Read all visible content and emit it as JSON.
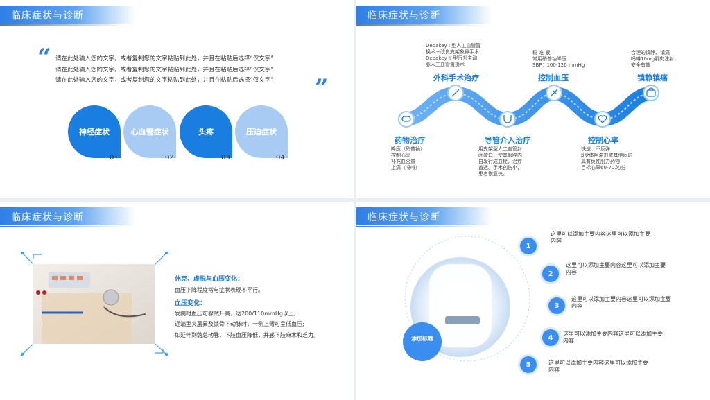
{
  "slide1": {
    "title": "临床症状与诊断",
    "quote_lines": [
      "请在此处输入您的文字，或者复制您的文字粘贴到此处，并且在粘贴后选择“仅文字”",
      "请在此处输入您的文字，或者复制您的文字粘贴到此处，并且在粘贴后选择“仅文字”",
      "请在此处输入您的文字，或者复制您的文字粘贴到此处，并且在粘贴后选择“仅文字”"
    ],
    "circles": [
      {
        "label": "神经症状",
        "num": "01"
      },
      {
        "label": "心血管症状",
        "num": "02"
      },
      {
        "label": "头疼",
        "num": "03"
      },
      {
        "label": "压迫症状",
        "num": "04"
      }
    ]
  },
  "slide2": {
    "title": "临床症状与诊断",
    "top_items": [
      {
        "label": "外科手术治疗",
        "bullets": [
          "Debakey I 型人工血管置",
          "换术＋改良支架象鼻手术",
          "Debakey II 型行升主动",
          "脉人工血管置换术"
        ]
      },
      {
        "label": "控制血压",
        "bullets": [
          "稳 准 狠",
          "常用硝普钠降压",
          "SBP：100-120 mmHg"
        ]
      },
      {
        "label": "镇静镇痛",
        "bullets": [
          "合理的镇静、镇痛",
          "吗啡10mg肌肉注射，",
          "安全有效"
        ]
      }
    ],
    "bottom_items": [
      {
        "label": "药物治疗",
        "bullets": [
          "降压（硝普钠）",
          "控制心率",
          "补充血容量",
          "止痛（吗啡）"
        ]
      },
      {
        "label": "导管介入治疗",
        "bullets": [
          "用支架型人工血管封",
          "闭破口，使其假腔内",
          "自发行成血栓，治疗",
          "首选。手术创伤小，",
          "患者恢复快。"
        ]
      },
      {
        "label": "控制心率",
        "bullets": [
          "快速、不反弹",
          "β受体阻滞剂或其他同时",
          "具有负性肌力药物",
          "目标心率60-70次/分"
        ]
      }
    ]
  },
  "slide3": {
    "title": "临床症状与诊断",
    "heading1": "休克、虚脱与血压变化：",
    "text1": "血压下降程度常与症状表现不平行。",
    "heading2": "血压变化：",
    "lines": [
      "发病时血压可骤然升高，达200/110mmHg以上;",
      "近端型夹层累及锁骨下动脉时，一侧上臂可呈低血压;",
      "如延伸到髂总动脉，下肢血压降低，并感下肢麻木和乏力。"
    ]
  },
  "slide4": {
    "title": "临床症状与诊断",
    "center_label": "添加标题",
    "items": [
      {
        "num": "1",
        "text": "这里可以添加主要内容这里可以添加主要内容"
      },
      {
        "num": "2",
        "text": "这里可以添加主要内容这里可以添加主要内容"
      },
      {
        "num": "3",
        "text": "这里可以添加主要内容这里可以添加主要内容"
      },
      {
        "num": "4",
        "text": "这里可以添加主要内容这里可以添加主要内容"
      },
      {
        "num": "5",
        "text": "这里可以添加主要内容这里可以添加主要内容"
      }
    ]
  }
}
